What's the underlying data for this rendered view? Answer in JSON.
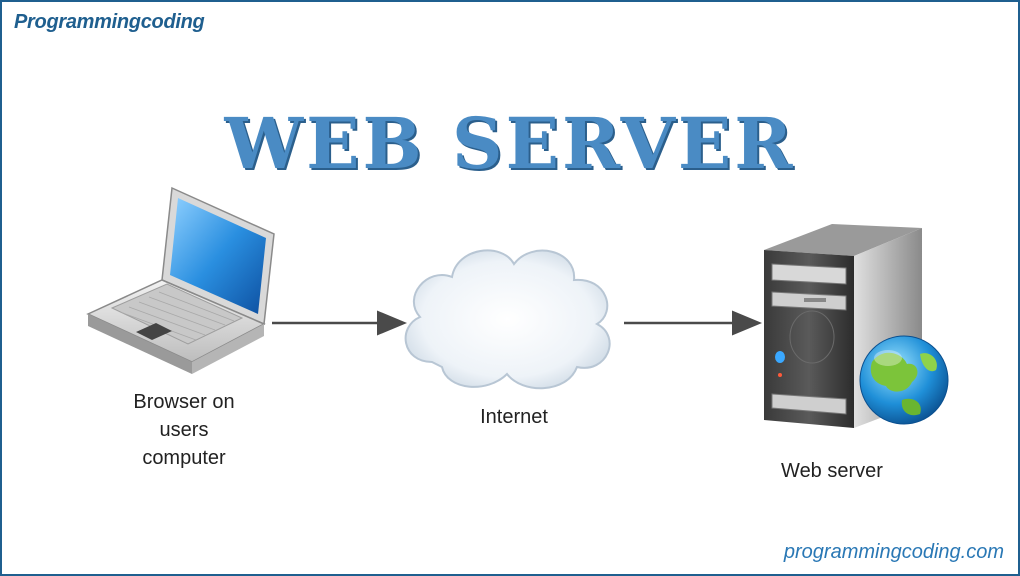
{
  "logo": {
    "text": "Programmingcoding"
  },
  "title": "WEB SERVER",
  "nodes": {
    "browser_label": [
      "Browser on",
      "users",
      "computer"
    ],
    "internet_label": "Internet",
    "server_label": "Web server"
  },
  "footer": "programmingcoding.com",
  "colors": {
    "accent": "#4a8bc4",
    "border": "#1f5f8f",
    "arrow": "#4a4a4a"
  },
  "icons": [
    "laptop-icon",
    "cloud-icon",
    "server-tower-icon",
    "globe-icon",
    "arrow-right-icon"
  ]
}
